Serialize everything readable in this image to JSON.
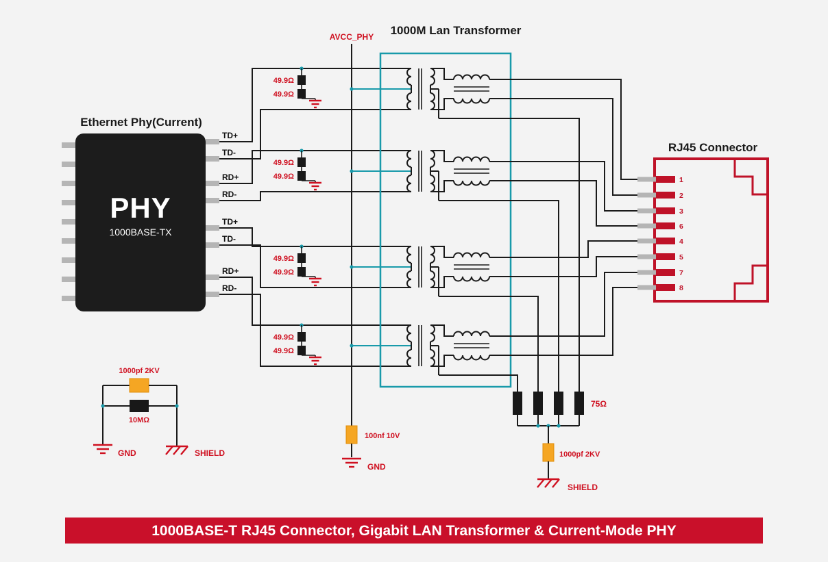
{
  "banner": {
    "text": "1000BASE-T RJ45 Connector, Gigabit LAN Transformer & Current-Mode PHY"
  },
  "phy": {
    "heading": "Ethernet Phy(Current)",
    "name": "PHY",
    "subtitle": "1000BASE-TX",
    "pins": [
      "TD+",
      "TD-",
      "RD+",
      "RD-",
      "TD+",
      "TD-",
      "RD+",
      "RD-"
    ]
  },
  "transformer": {
    "heading": "1000M Lan Transformer"
  },
  "rj45": {
    "heading": "RJ45 Connector",
    "pins": [
      "1",
      "2",
      "3",
      "6",
      "4",
      "5",
      "7",
      "8"
    ]
  },
  "power": {
    "avcc": "AVCC_PHY",
    "decoupling_cap": "100nf 10V",
    "gnd": "GND"
  },
  "termination": {
    "resistor": "49.9Ω"
  },
  "bob_smith": {
    "resistor": "75Ω",
    "cap": "1000pf 2KV",
    "shield": "SHIELD"
  },
  "chassis": {
    "cap": "1000pf 2KV",
    "resistor": "10MΩ",
    "gnd": "GND",
    "shield": "SHIELD"
  },
  "colors": {
    "background": "#f3f3f3",
    "wire_black": "#1a1a1a",
    "teal": "#189aaa",
    "red_text": "#cf1020",
    "rj45_crimson": "#bf1228",
    "cap_orange": "#f5a623",
    "banner_red": "#c9102a",
    "chip_black": "#1c1c1c",
    "pin_gray": "#b5b5b5"
  }
}
